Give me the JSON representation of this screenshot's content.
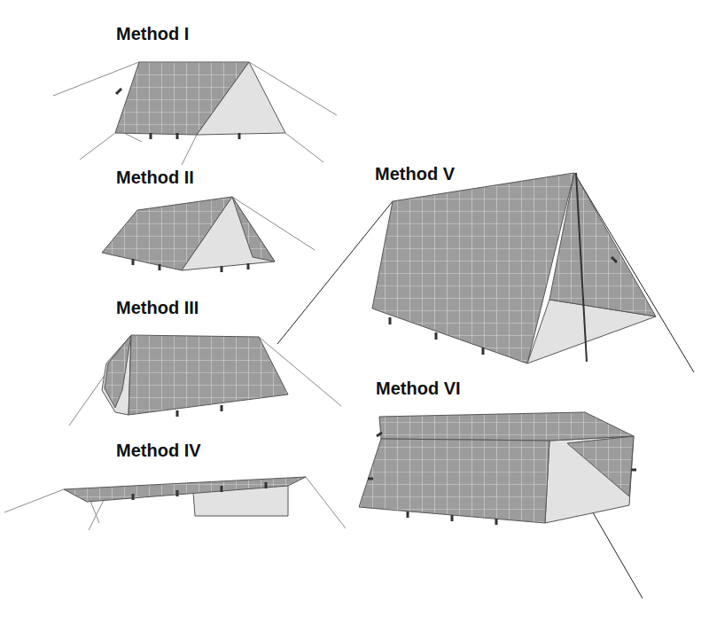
{
  "diagram": {
    "labels": [
      "Method I",
      "Method II",
      "Method III",
      "Method IV",
      "Method V",
      "Method VI"
    ]
  }
}
